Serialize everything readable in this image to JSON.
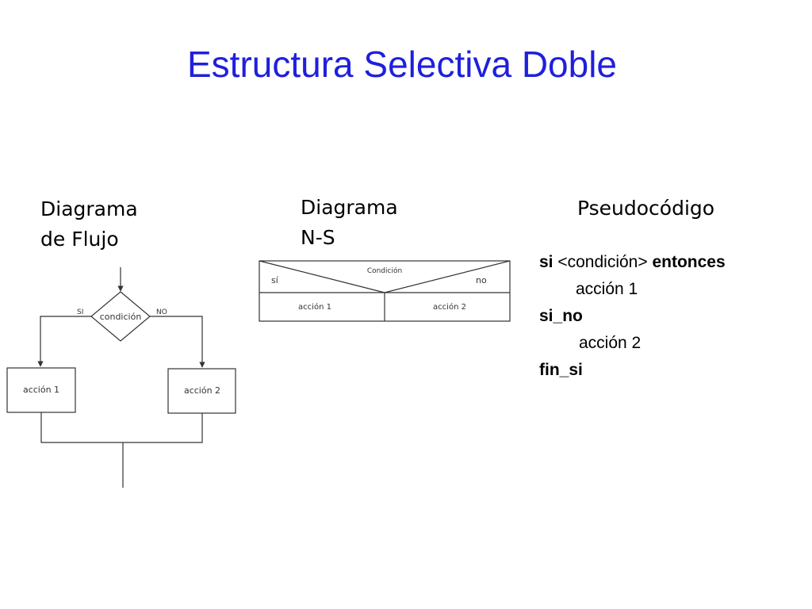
{
  "title": "Estructura Selectiva Doble",
  "flow_section": {
    "heading_line1": "Diagrama",
    "heading_line2": "de Flujo",
    "condition_label": "condición",
    "yes_label": "SI",
    "no_label": "NO",
    "action1_label": "acción 1",
    "action2_label": "acción 2"
  },
  "ns_section": {
    "heading_line1": "Diagrama",
    "heading_line2": "N-S",
    "condition_label": "Condición",
    "yes_label": "sí",
    "no_label": "no",
    "action1_label": "acción 1",
    "action2_label": "acción 2"
  },
  "pseudo_section": {
    "heading": "Pseudocódigo",
    "line1_keyword": "si",
    "line1_condition": "<condición>",
    "line1_keyword2": "entonces",
    "line2": "acción 1",
    "line3_keyword": "si_no",
    "line4": "acción 2",
    "line5_keyword": "fin_si"
  }
}
